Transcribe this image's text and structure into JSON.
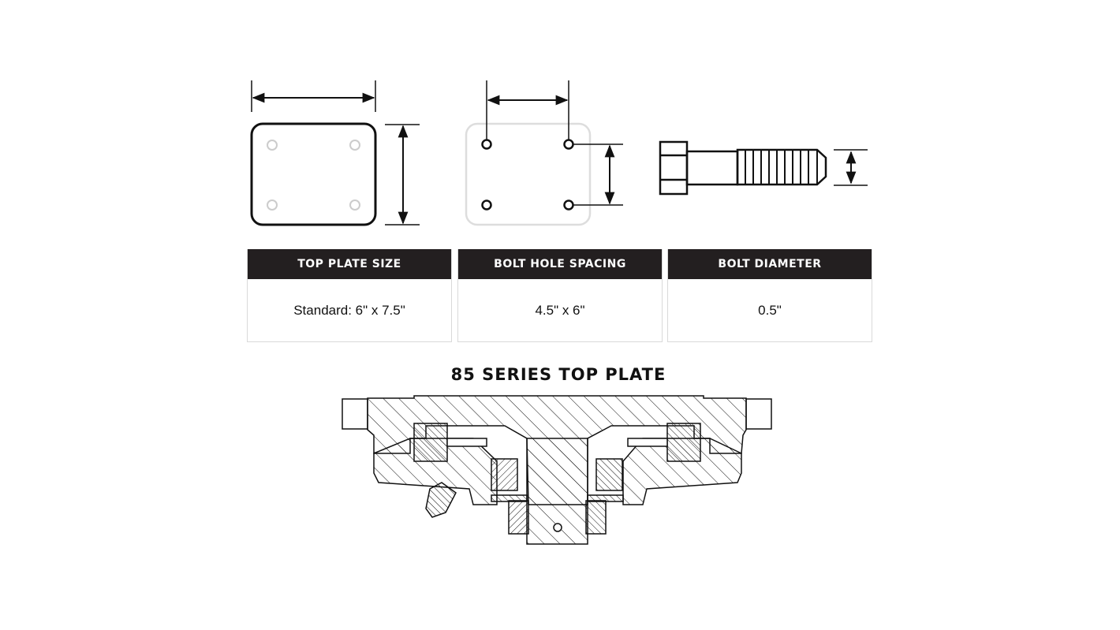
{
  "table": [
    {
      "header": "TOP PLATE SIZE",
      "value": "Standard: 6\" x 7.5\""
    },
    {
      "header": "BOLT HOLE SPACING",
      "value": "4.5\" x 6\""
    },
    {
      "header": "BOLT DIAMETER",
      "value": "0.5\""
    }
  ],
  "section_title": "85 SERIES TOP PLATE",
  "colors": {
    "header_bg": "#231f20",
    "line": "#111111",
    "light": "#d9d9d9"
  }
}
